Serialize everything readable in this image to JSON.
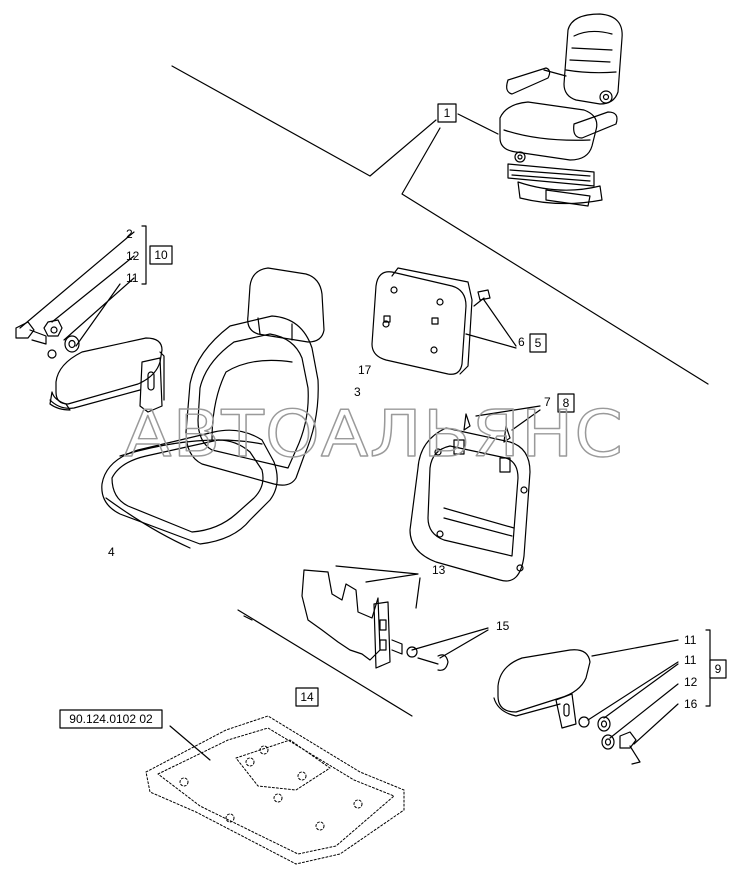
{
  "watermark": "АВТОАЛЬЯНС",
  "reference": "90.124.0102 02",
  "boxed_labels": {
    "b1": "1",
    "b10": "10",
    "b5": "5",
    "b8": "8",
    "b9": "9",
    "b14": "14"
  },
  "labels": {
    "l2": "2",
    "l12a": "12",
    "l11a": "11",
    "l17": "17",
    "l3": "3",
    "l4": "4",
    "l6": "6",
    "l7": "7",
    "l13": "13",
    "l15": "15",
    "l11b": "11",
    "l11c": "11",
    "l12b": "12",
    "l16": "16"
  }
}
